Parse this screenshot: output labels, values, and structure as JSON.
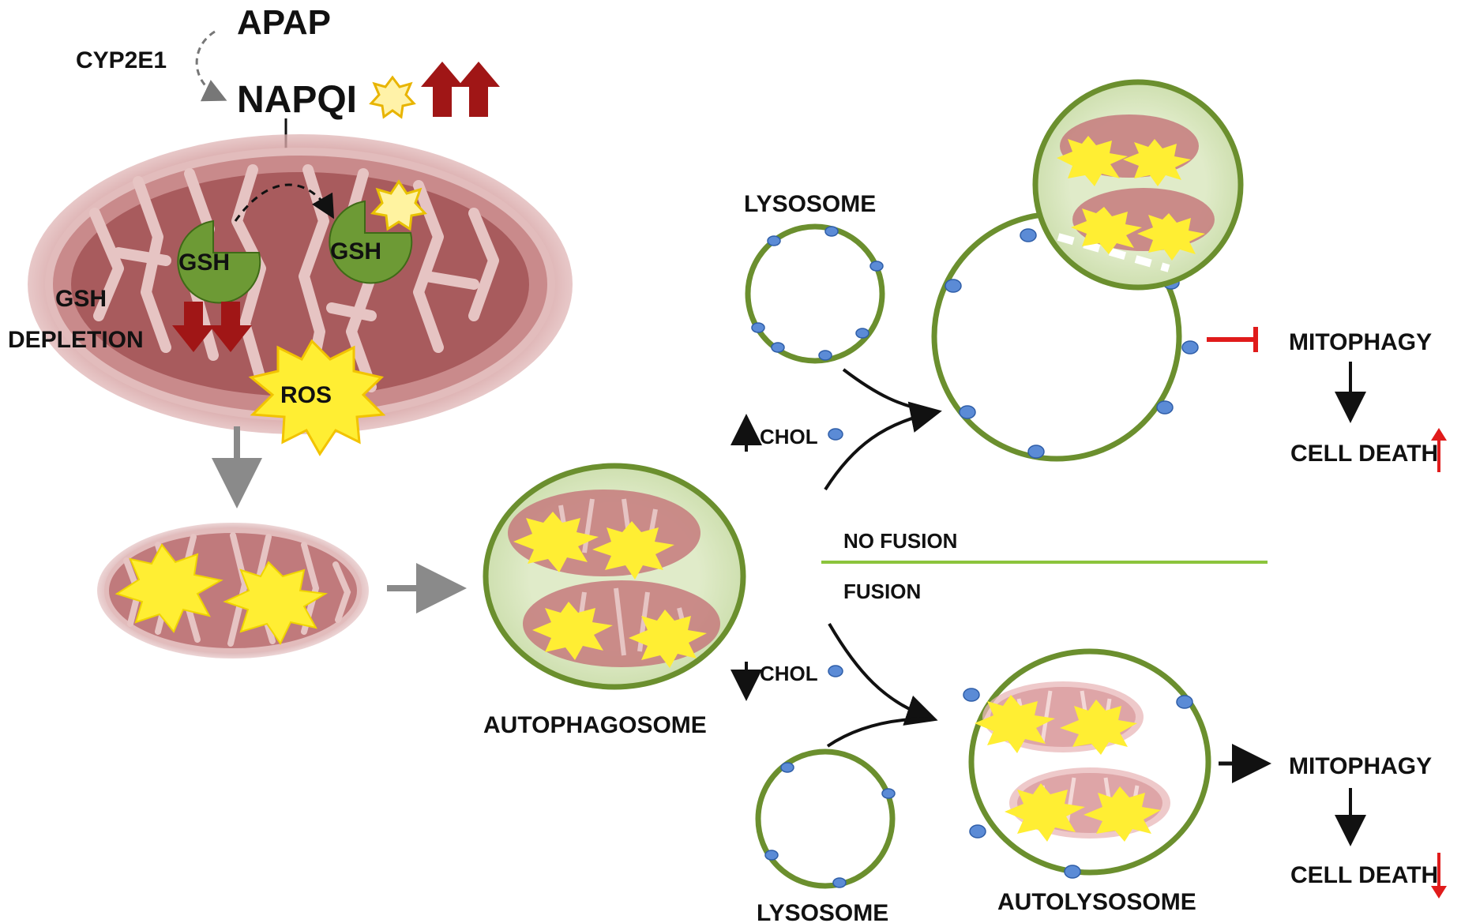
{
  "labels": {
    "apap": "APAP",
    "cyp2e1": "CYP2E1",
    "napqi": "NAPQI",
    "gsh_left": "GSH",
    "gsh_right": "GSH",
    "gsh_depletion_1": "GSH",
    "gsh_depletion_2": "DEPLETION",
    "ros": "ROS",
    "lysosome_top": "LYSOSOME",
    "lysosome_bottom": "LYSOSOME",
    "chol_up": "CHOL",
    "chol_down": "CHOL",
    "autophagosome": "AUTOPHAGOSOME",
    "no_fusion": "NO FUSION",
    "fusion": "FUSION",
    "autolysosome": "AUTOLYSOSOME",
    "mitophagy_top": "MITOPHAGY",
    "cell_death_top": "CELL DEATH",
    "mitophagy_bottom": "MITOPHAGY",
    "cell_death_bottom": "CELL DEATH"
  },
  "colors": {
    "mito_fill": "#c48a88",
    "mito_inner": "#a85a5c",
    "mito_cristae": "#e6c7c5",
    "membrane_green": "#6b8f2e",
    "vesicle_fill": "#dfe9c8",
    "blue_dot": "#5b8bd6",
    "dark_red_arrow": "#a01616",
    "red_inhibit": "#e01b1b",
    "gsh_green": "#6d9a35",
    "ros_yellow": "#ffee33",
    "divider_green": "#8cc43c"
  }
}
